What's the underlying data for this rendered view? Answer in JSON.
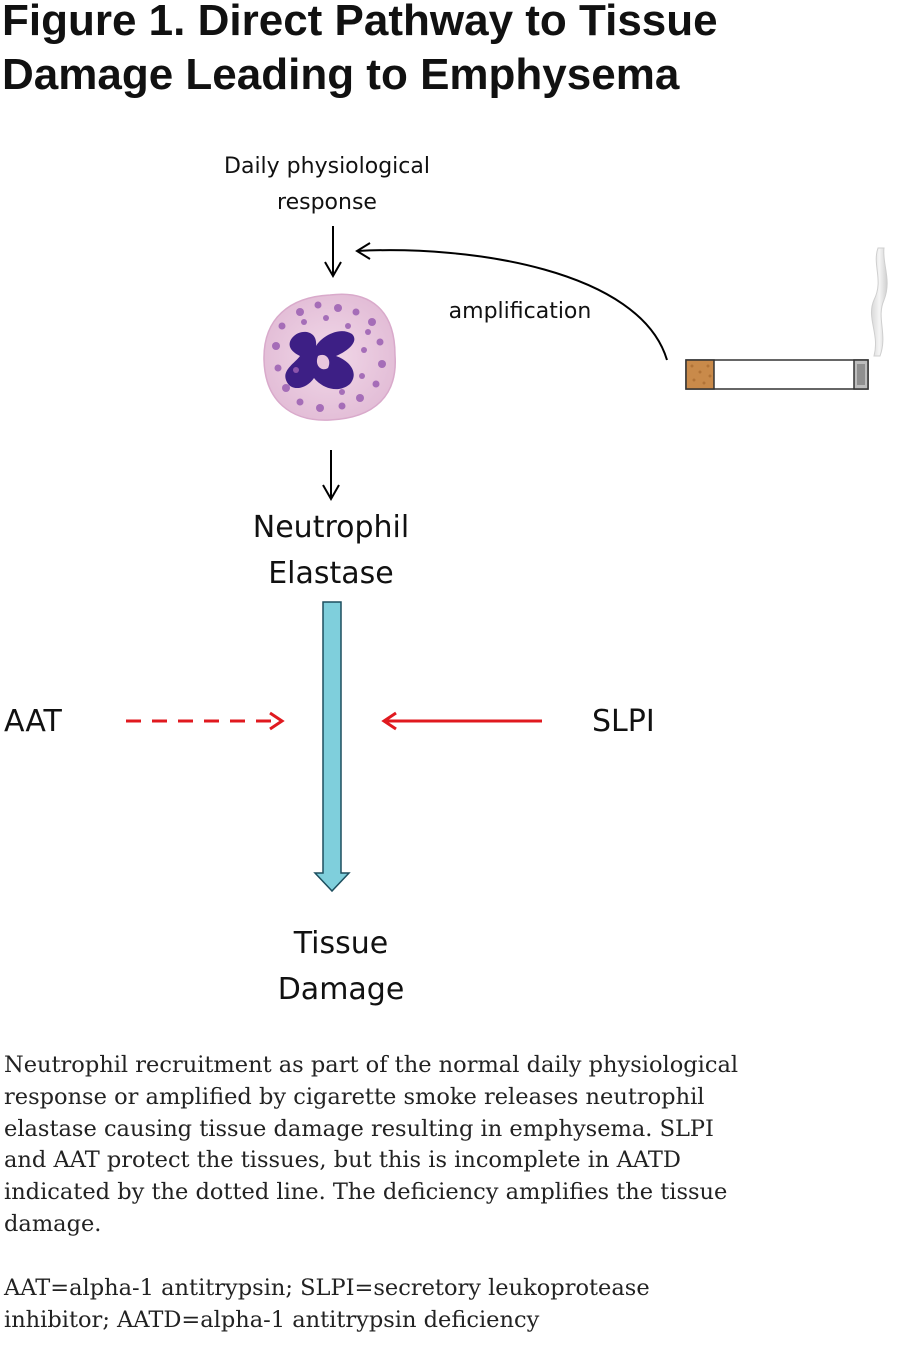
{
  "title": {
    "line1": "Figure 1. Direct Pathway to Tissue",
    "line2": "Damage Leading to Emphysema"
  },
  "diagram": {
    "daily_line1": "Daily physiological",
    "daily_line2": "response",
    "amplification": "amplification",
    "neutrophil_line1": "Neutrophil",
    "neutrophil_line2": "Elastase",
    "aat": "AAT",
    "slpi": "SLPI",
    "tissue_line1": "Tissue",
    "tissue_line2": "Damage"
  },
  "caption": {
    "line1": "Neutrophil recruitment as part of the normal daily physiological",
    "line2": "response or amplified by cigarette smoke releases neutrophil",
    "line3": "elastase causing tissue damage resulting in emphysema. SLPI",
    "line4": "and AAT protect the tissues, but this is incomplete in AATD",
    "line5": "indicated by the dotted line. The deficiency amplifies the tissue",
    "line6": "damage.",
    "abbr_line1": "AAT=alpha-1 antitrypsin; SLPI=secretory leukoprotease",
    "abbr_line2": "inhibitor;  AATD=alpha-1 antitrypsin deficiency"
  },
  "colors": {
    "red_arrow": "#e0191f",
    "blue_arrow": "#7fcfdc",
    "cell_body": "#e9c6dd",
    "nucleus": "#3d1f85",
    "granule": "#9a5fb2",
    "filter": "#c98a4a"
  },
  "icons": {
    "cell": "neutrophil-cell-icon",
    "cigarette": "cigarette-icon",
    "smoke": "smoke-icon"
  }
}
